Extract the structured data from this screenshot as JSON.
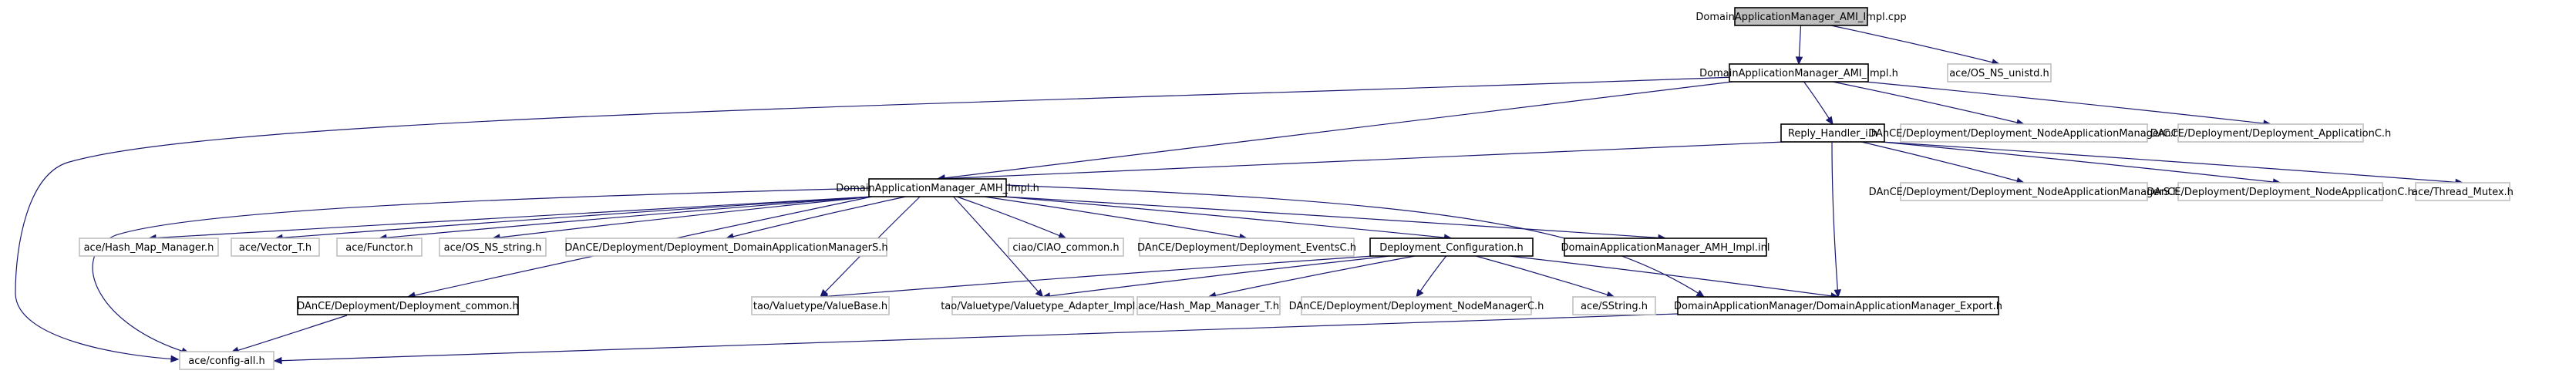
{
  "colors": {
    "root_fill": "#bfbfbf",
    "node_fill": "#ffffff",
    "solid_border": "#000000",
    "faded_border": "#bfbfbf",
    "edge": "#191970",
    "text": "#000000"
  },
  "nodes": [
    {
      "id": "root",
      "label": "DomainApplicationManager_AMI_Impl.cpp",
      "kind": "root"
    },
    {
      "id": "ami_h",
      "label": "DomainApplicationManager_AMI_Impl.h",
      "kind": "file"
    },
    {
      "id": "os_unistd",
      "label": "ace/OS_NS_unistd.h",
      "kind": "external"
    },
    {
      "id": "reply",
      "label": "Reply_Handler_i.h",
      "kind": "file"
    },
    {
      "id": "nam_c",
      "label": "DAnCE/Deployment/Deployment_NodeApplicationManagerC.h",
      "kind": "external"
    },
    {
      "id": "app_c",
      "label": "DAnCE/Deployment/Deployment_ApplicationC.h",
      "kind": "external"
    },
    {
      "id": "amh_h",
      "label": "DomainApplicationManager_AMH_Impl.h",
      "kind": "file"
    },
    {
      "id": "nam_s",
      "label": "DAnCE/Deployment/Deployment_NodeApplicationManagerS.h",
      "kind": "external"
    },
    {
      "id": "napp_c",
      "label": "DAnCE/Deployment/Deployment_NodeApplicationC.h",
      "kind": "external"
    },
    {
      "id": "thread_mutex",
      "label": "ace/Thread_Mutex.h",
      "kind": "external"
    },
    {
      "id": "hash_map_mgr",
      "label": "ace/Hash_Map_Manager.h",
      "kind": "external"
    },
    {
      "id": "vector_t",
      "label": "ace/Vector_T.h",
      "kind": "external"
    },
    {
      "id": "functor",
      "label": "ace/Functor.h",
      "kind": "external"
    },
    {
      "id": "os_string",
      "label": "ace/OS_NS_string.h",
      "kind": "external"
    },
    {
      "id": "dam_s",
      "label": "DAnCE/Deployment/Deployment_DomainApplicationManagerS.h",
      "kind": "external"
    },
    {
      "id": "ciao_common",
      "label": "ciao/CIAO_common.h",
      "kind": "external"
    },
    {
      "id": "events_c",
      "label": "DAnCE/Deployment/Deployment_EventsC.h",
      "kind": "external"
    },
    {
      "id": "deploy_config",
      "label": "Deployment_Configuration.h",
      "kind": "file"
    },
    {
      "id": "amh_inl",
      "label": "DomainApplicationManager_AMH_Impl.inl",
      "kind": "file"
    },
    {
      "id": "deploy_common",
      "label": "DAnCE/Deployment/Deployment_common.h",
      "kind": "file"
    },
    {
      "id": "valuebase",
      "label": "tao/Valuetype/ValueBase.h",
      "kind": "external"
    },
    {
      "id": "vt_adapter",
      "label": "tao/Valuetype/Valuetype_Adapter_Impl.h",
      "kind": "external"
    },
    {
      "id": "hash_map_mgr_t",
      "label": "ace/Hash_Map_Manager_T.h",
      "kind": "external"
    },
    {
      "id": "nm_c",
      "label": "DAnCE/Deployment/Deployment_NodeManagerC.h",
      "kind": "external"
    },
    {
      "id": "sstring",
      "label": "ace/SString.h",
      "kind": "external"
    },
    {
      "id": "dam_export",
      "label": "DomainApplicationManager/DomainApplicationManager_Export.h",
      "kind": "file"
    },
    {
      "id": "config_all",
      "label": "ace/config-all.h",
      "kind": "external"
    }
  ],
  "edges": [
    {
      "from": "root",
      "to": "ami_h"
    },
    {
      "from": "root",
      "to": "os_unistd"
    },
    {
      "from": "ami_h",
      "to": "reply"
    },
    {
      "from": "ami_h",
      "to": "nam_c"
    },
    {
      "from": "ami_h",
      "to": "app_c"
    },
    {
      "from": "ami_h",
      "to": "amh_h"
    },
    {
      "from": "ami_h",
      "to": "config_all"
    },
    {
      "from": "reply",
      "to": "amh_h"
    },
    {
      "from": "reply",
      "to": "nam_s"
    },
    {
      "from": "reply",
      "to": "napp_c"
    },
    {
      "from": "reply",
      "to": "thread_mutex"
    },
    {
      "from": "reply",
      "to": "dam_export"
    },
    {
      "from": "amh_h",
      "to": "hash_map_mgr"
    },
    {
      "from": "amh_h",
      "to": "vector_t"
    },
    {
      "from": "amh_h",
      "to": "functor"
    },
    {
      "from": "amh_h",
      "to": "os_string"
    },
    {
      "from": "amh_h",
      "to": "dam_s"
    },
    {
      "from": "amh_h",
      "to": "ciao_common"
    },
    {
      "from": "amh_h",
      "to": "events_c"
    },
    {
      "from": "amh_h",
      "to": "deploy_config"
    },
    {
      "from": "amh_h",
      "to": "amh_inl"
    },
    {
      "from": "amh_h",
      "to": "deploy_common"
    },
    {
      "from": "amh_h",
      "to": "valuebase"
    },
    {
      "from": "amh_h",
      "to": "vt_adapter"
    },
    {
      "from": "amh_h",
      "to": "dam_export"
    },
    {
      "from": "amh_h",
      "to": "config_all"
    },
    {
      "from": "deploy_config",
      "to": "valuebase"
    },
    {
      "from": "deploy_config",
      "to": "vt_adapter"
    },
    {
      "from": "deploy_config",
      "to": "hash_map_mgr_t"
    },
    {
      "from": "deploy_config",
      "to": "nm_c"
    },
    {
      "from": "deploy_config",
      "to": "sstring"
    },
    {
      "from": "deploy_config",
      "to": "dam_export"
    },
    {
      "from": "deploy_common",
      "to": "config_all"
    },
    {
      "from": "dam_export",
      "to": "config_all"
    }
  ]
}
